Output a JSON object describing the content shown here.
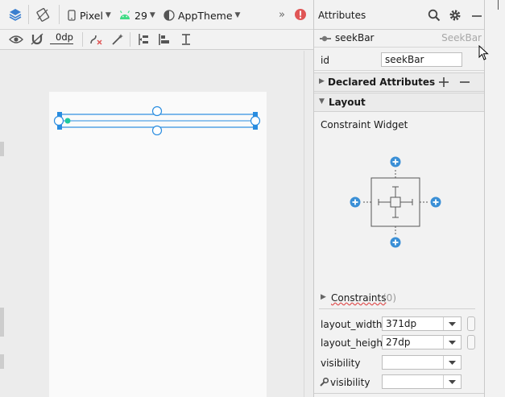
{
  "toolbar": {
    "device_label": "Pixel",
    "api_label": "29",
    "theme_label": "AppTheme",
    "margin_label": "0dp"
  },
  "panel": {
    "title": "Attributes",
    "component_name": "seekBar",
    "component_type": "SeekBar",
    "id_label": "id",
    "id_value": "seekBar",
    "declared_attributes_label": "Declared Attributes",
    "layout_label": "Layout",
    "constraint_widget_label": "Constraint Widget",
    "constraints_label": "Constraints",
    "constraints_count": "(0)",
    "layout_width_label": "layout_width",
    "layout_width_value": "371dp",
    "layout_height_label": "layout_height",
    "layout_height_value": "27dp",
    "visibility_label": "visibility",
    "visibility_value": "",
    "tools_visibility_label": "visibility",
    "tools_visibility_value": ""
  },
  "colors": {
    "accent": "#2a8de0",
    "constraint_blue": "#3a8fd6",
    "error_red": "#e05555",
    "android_green": "#3ddc84"
  }
}
